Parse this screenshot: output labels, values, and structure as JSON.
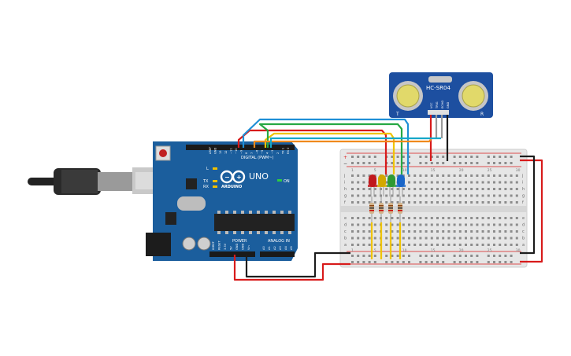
{
  "sensor": {
    "model": "HC-SR04",
    "pins": [
      "VCC",
      "TRIG",
      "ECHO",
      "GND"
    ],
    "side_left": "T",
    "side_right": "R"
  },
  "arduino": {
    "model": "UNO",
    "brand": "ARDUINO",
    "digital_label": "DIGITAL (PWM~)",
    "power_label": "POWER",
    "analog_label": "ANALOG IN",
    "led_labels": [
      "L",
      "TX",
      "RX"
    ],
    "on_label": "ON",
    "digital_pins": [
      "AREF",
      "GND",
      "13",
      "12",
      "~11",
      "~10",
      "~9",
      "8",
      "7",
      "~6",
      "~5",
      "4",
      "~3",
      "2",
      "TX 1",
      "RX 0"
    ],
    "power_pins": [
      "IOREF",
      "RESET",
      "3.3V",
      "5V",
      "GND",
      "GND",
      "Vin"
    ],
    "analog_pins": [
      "A0",
      "A1",
      "A2",
      "A3",
      "A4",
      "A5"
    ]
  },
  "breadboard": {
    "row_letters_top": [
      "j",
      "i",
      "h",
      "g",
      "f"
    ],
    "row_letters_bottom": [
      "e",
      "d",
      "c",
      "b",
      "a"
    ],
    "column_numbers": [
      "1",
      "5",
      "10",
      "15",
      "20",
      "25",
      "30"
    ],
    "rail_plus": "+",
    "rail_minus": "−"
  },
  "leds": [
    {
      "color": "#c0181d"
    },
    {
      "color": "#d2a800"
    },
    {
      "color": "#2f9a33"
    },
    {
      "color": "#1a66c8"
    }
  ],
  "wire_colors": {
    "red": "#d81b1b",
    "black": "#1c1c1c",
    "yellow": "#f0c400",
    "green": "#26a844",
    "blue": "#1f8fd6",
    "orange": "#f08a1c",
    "cyan": "#16a7c9"
  }
}
